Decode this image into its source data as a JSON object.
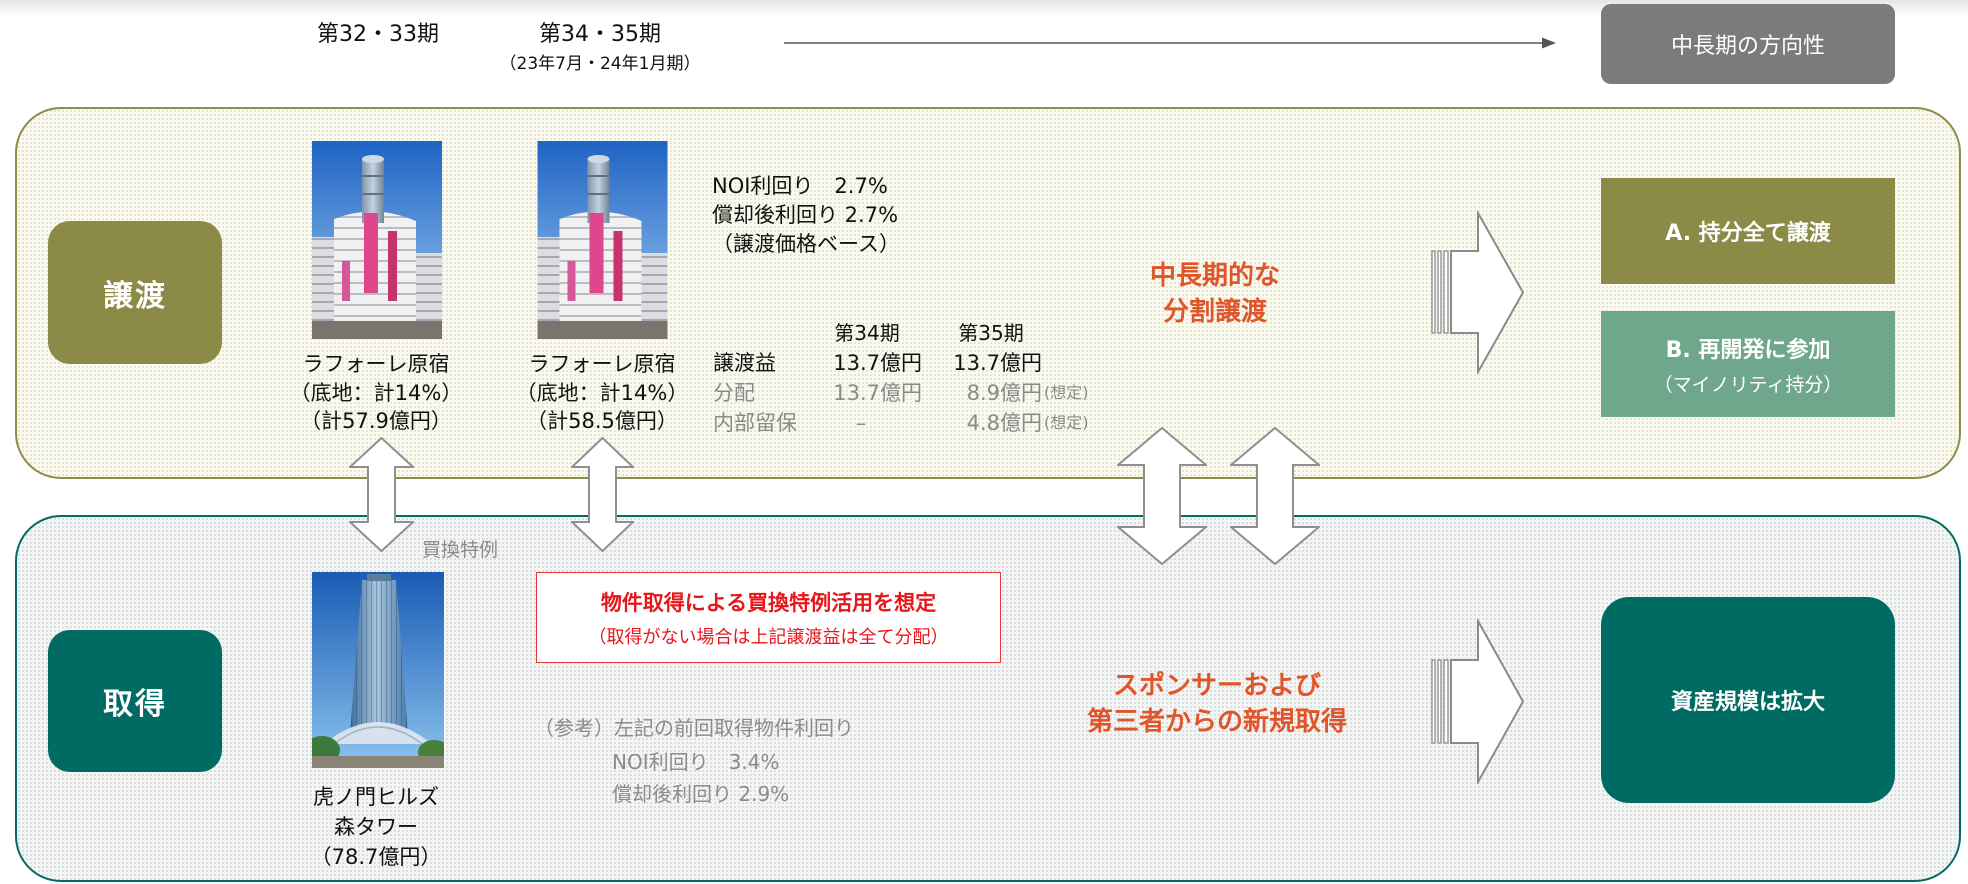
{
  "colors": {
    "olive": "#8b8b47",
    "olive_border": "#8c8c48",
    "teal": "#006b62",
    "green": "#6fa78c",
    "accent": "#e0552a",
    "note_red": "#e8161b",
    "gray_box": "#7b7b7b"
  },
  "header": {
    "period_a": "第32・33期",
    "period_b": "第34・35期",
    "period_b_sub": "（23年7月・24年1月期）",
    "direction_label": "中長期の方向性"
  },
  "transfer": {
    "label": "譲渡",
    "property_a": {
      "name": "ラフォーレ原宿",
      "detail": "（底地：計14%）",
      "amount": "（計57.9億円）"
    },
    "property_b": {
      "name": "ラフォーレ原宿",
      "detail": "（底地：計14%）",
      "amount": "（計58.5億円）"
    },
    "yields": [
      "NOI利回り　2.7%",
      "償却後利回り 2.7%",
      "（譲渡価格ベース）"
    ],
    "table": {
      "headers": [
        "第34期",
        "第35期"
      ],
      "rows": [
        {
          "label": "譲渡益",
          "p34": "13.7億円",
          "p35": "13.7億円",
          "note": ""
        },
        {
          "label": "分配",
          "p34": "13.7億円",
          "p35": "8.9億円",
          "note": "(想定)"
        },
        {
          "label": "内部留保",
          "p34": "–",
          "p35": "4.8億円",
          "note": "(想定)"
        }
      ]
    },
    "strategy": [
      "中長期的な",
      "分割譲渡"
    ],
    "option_a": {
      "label": "A. 持分全て譲渡"
    },
    "option_b": {
      "label": "B. 再開発に参加",
      "sub": "（マイノリティ持分）"
    }
  },
  "exchange_label": "買換特例",
  "acquisition": {
    "label": "取得",
    "property": {
      "name_line1": "虎ノ門ヒルズ",
      "name_line2": "森タワー",
      "amount": "（78.7億円）"
    },
    "note": {
      "main": "物件取得による買換特例活用を想定",
      "sub": "（取得がない場合は上記譲渡益は全て分配）"
    },
    "reference": {
      "title": "（参考）左記の前回取得物件利回り",
      "lines": [
        "NOI利回り　3.4%",
        "償却後利回り 2.9%"
      ]
    },
    "strategy": [
      "スポンサーおよび",
      "第三者からの新規取得"
    ],
    "result": "資産規模は拡大"
  }
}
